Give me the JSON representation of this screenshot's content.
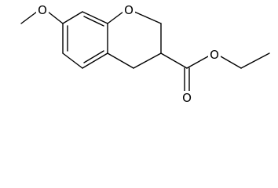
{
  "diagram_type": "skeletal chemical structure",
  "colors": {
    "bonds": "#000000",
    "background": "#ffffff"
  },
  "atoms": {
    "methoxy_oxygen": "O",
    "ring_oxygen": "O",
    "ester_oxygen": "O",
    "carbonyl_oxygen": "O"
  }
}
